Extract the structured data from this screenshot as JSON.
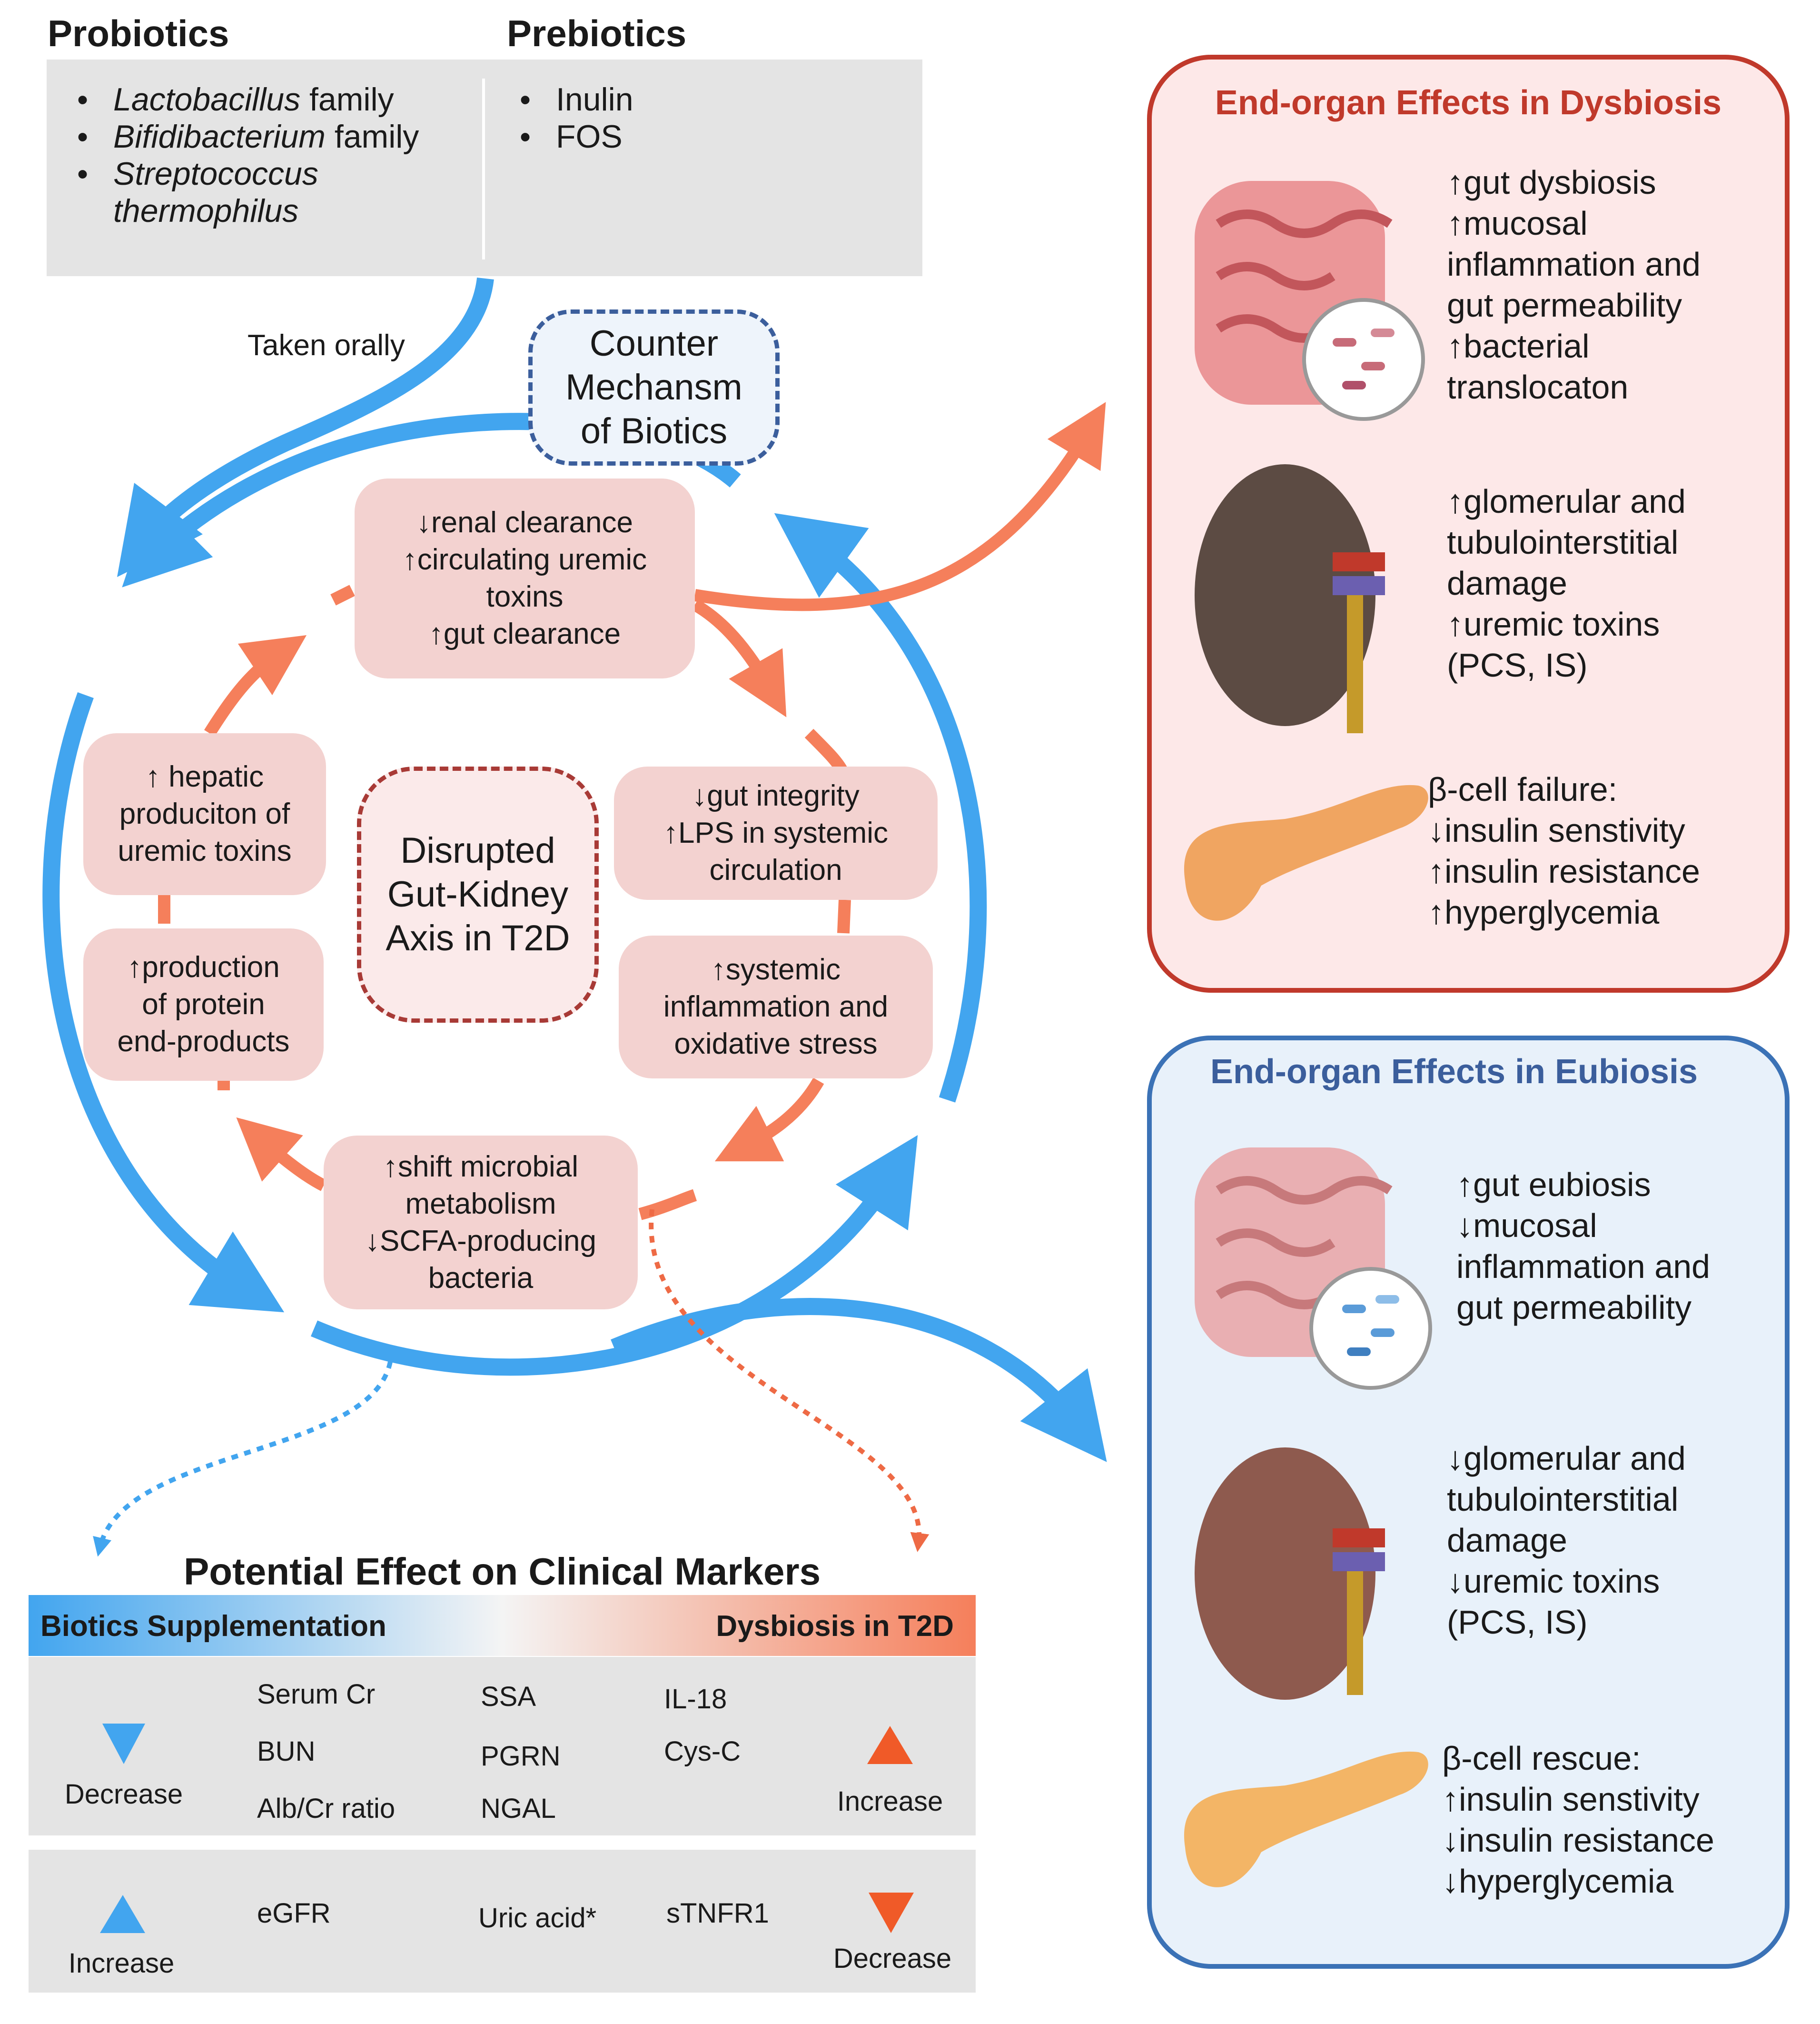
{
  "top": {
    "probiotics_title": "Probiotics",
    "prebiotics_title": "Prebiotics",
    "probiotics": [
      {
        "genus": "Lactobacillus",
        "rest": " family"
      },
      {
        "genus": "Bifidibacterium",
        "rest": " family"
      },
      {
        "genus": "Streptococcus",
        "rest": ""
      }
    ],
    "probiotics_cont": "thermophilus",
    "prebiotics": [
      "Inulin",
      "FOS"
    ],
    "taken_orally": "Taken orally"
  },
  "cycle": {
    "counter": [
      "Counter",
      "Mechansm",
      "of Biotics"
    ],
    "center": [
      "Disrupted",
      "Gut-Kidney",
      "Axis in T2D"
    ],
    "nodes": {
      "renal": [
        "↓renal clearance",
        "↑circulating uremic",
        "toxins",
        "↑gut clearance"
      ],
      "gut": [
        "↓gut integrity",
        "↑LPS in systemic",
        "circulation"
      ],
      "systemic": [
        "↑systemic",
        "inflammation and",
        "oxidative stress"
      ],
      "shift": [
        "↑shift microbial",
        "metabolism",
        "↓SCFA-producing",
        "bacteria"
      ],
      "production": [
        "↑production",
        "of protein",
        "end-products"
      ],
      "hepatic": [
        "↑ hepatic",
        "produciton of",
        "uremic toxins"
      ]
    }
  },
  "dysbiosis_panel": {
    "title": "End-organ Effects in Dysbiosis",
    "gut": "↑gut dysbiosis\n↑mucosal\ninflammation and\ngut permeability\n↑bacterial\ntranslocaton",
    "kidney": "↑glomerular and\ntubulointerstitial\ndamage\n↑uremic toxins\n(PCS, IS)",
    "pancreas": "β-cell failure:\n↓insulin senstivity\n↑insulin resistance\n↑hyperglycemia"
  },
  "eubiosis_panel": {
    "title": "End-organ Effects in Eubiosis",
    "gut": "↑gut eubiosis\n↓mucosal\ninflammation and\ngut permeability",
    "kidney": "↓glomerular and\ntubulointerstitial\ndamage\n↓uremic toxins\n(PCS, IS)",
    "pancreas": "β-cell rescue:\n↑insulin senstivity\n↓insulin resistance\n↓hyperglycemia"
  },
  "markers": {
    "title": "Potential Effect on Clinical Markers",
    "left_header": "Biotics Supplementation",
    "right_header": "Dysbiosis in T2D",
    "row1": {
      "left_label": "Decrease",
      "right_label": "Increase",
      "col1": [
        "Serum Cr",
        "BUN",
        "Alb/Cr ratio"
      ],
      "col2": [
        "SSA",
        "PGRN",
        "NGAL"
      ],
      "col3": [
        "IL-18",
        "Cys-C"
      ]
    },
    "row2": {
      "left_label": "Increase",
      "right_label": "Decrease",
      "items": [
        "eGFR",
        "Uric acid*",
        "sTNFR1"
      ]
    }
  },
  "colors": {
    "blue": "#42a5ef",
    "orange": "#f57f5b",
    "dysbiosis_border": "#c0392b",
    "eubiosis_border": "#3b72b6",
    "dysbiosis_title": "#c0392b",
    "eubiosis_title": "#3b5e9c"
  }
}
